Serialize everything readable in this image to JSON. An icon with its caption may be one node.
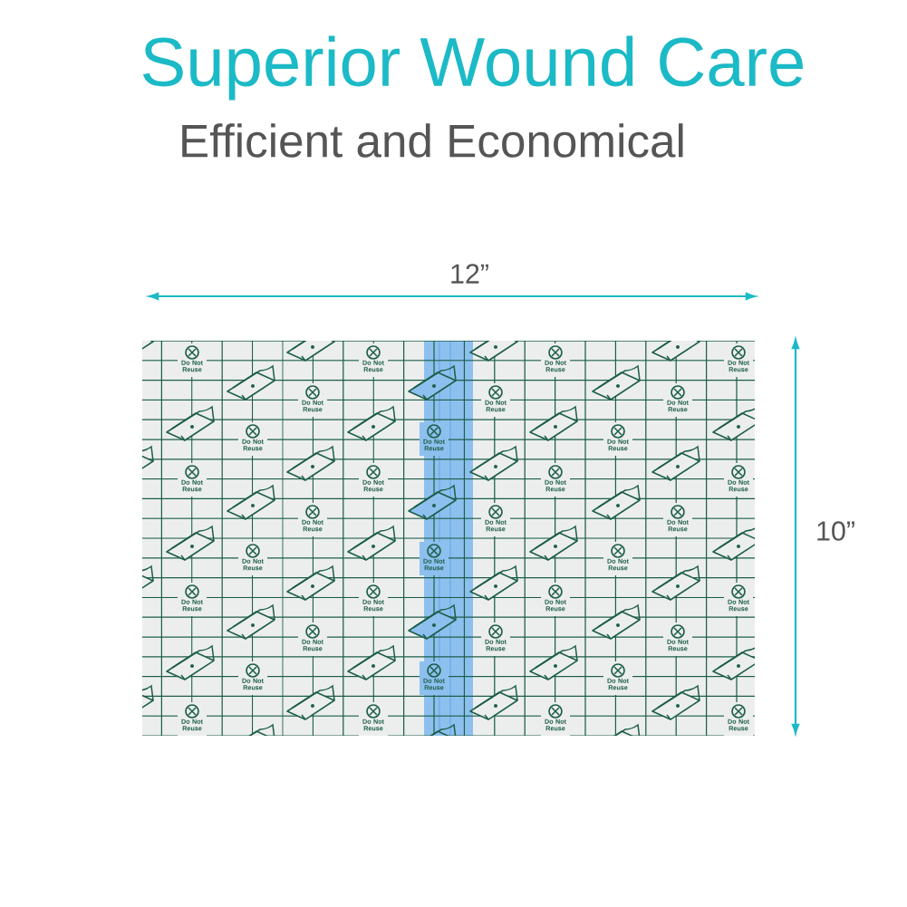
{
  "diagram": {
    "title": "Superior Wound Care",
    "labels": [
      "Efficient and Economical",
      "12”",
      "10”",
      "Do Not Reuse",
      "Do Not Reuse",
      "Do Not Reuse",
      "Do Not Reuse",
      "Do Not Reuse",
      "Do Not Reuse",
      "Do Not Reuse",
      "Do Not Reuse",
      "Do Not Reuse",
      "Do Not Reuse",
      "Do Not Reuse",
      "Do Not Reuse",
      "Do Not Reuse",
      "Do Not Reuse",
      "Do Not Reuse",
      "Do Not Reuse",
      "Do Not Reuse",
      "Do Not Reuse",
      "Do Not Reuse",
      "Do Not Reuse",
      "Do Not Reuse",
      "Do Not Reuse",
      "Do Not Reuse",
      "Do Not Reuse",
      "Do Not Reuse",
      "Do Not Reuse",
      "Do Not Reuse",
      "Do Not Reuse",
      "Do Not Reuse",
      "Do Not Reuse",
      "Do Not Reuse",
      "Do Not Reuse",
      "Do Not Reuse",
      "Do Not Reuse"
    ]
  }
}
